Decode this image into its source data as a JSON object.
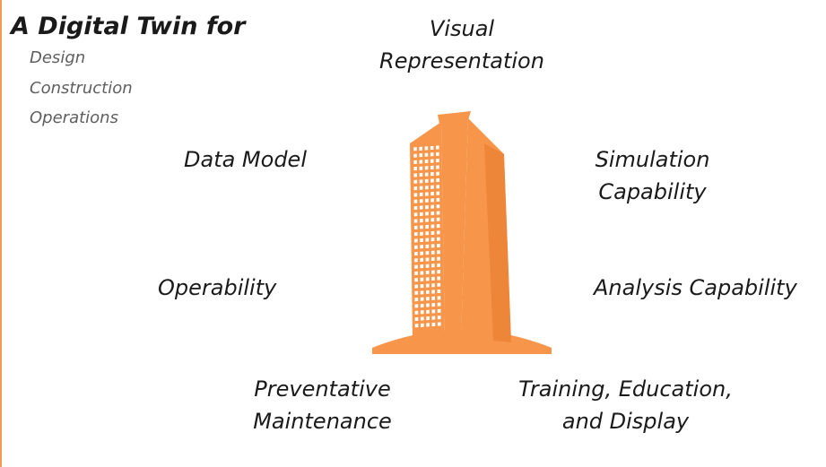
{
  "header": {
    "title": "A Digital Twin for",
    "phases": [
      "Design",
      "Construction",
      "Operations"
    ]
  },
  "aspects": {
    "visual": [
      "Visual",
      "Representation"
    ],
    "data_model": "Data Model",
    "simulation": [
      "Simulation",
      "Capability"
    ],
    "operability": "Operability",
    "analysis": "Analysis Capability",
    "preventative": [
      "Preventative",
      "Maintenance"
    ],
    "training": [
      "Training, Education,",
      "and Display"
    ]
  },
  "colors": {
    "accent": "#f7954a",
    "accent_dark": "#e57a2b"
  },
  "icons": {
    "center": "building-icon"
  }
}
